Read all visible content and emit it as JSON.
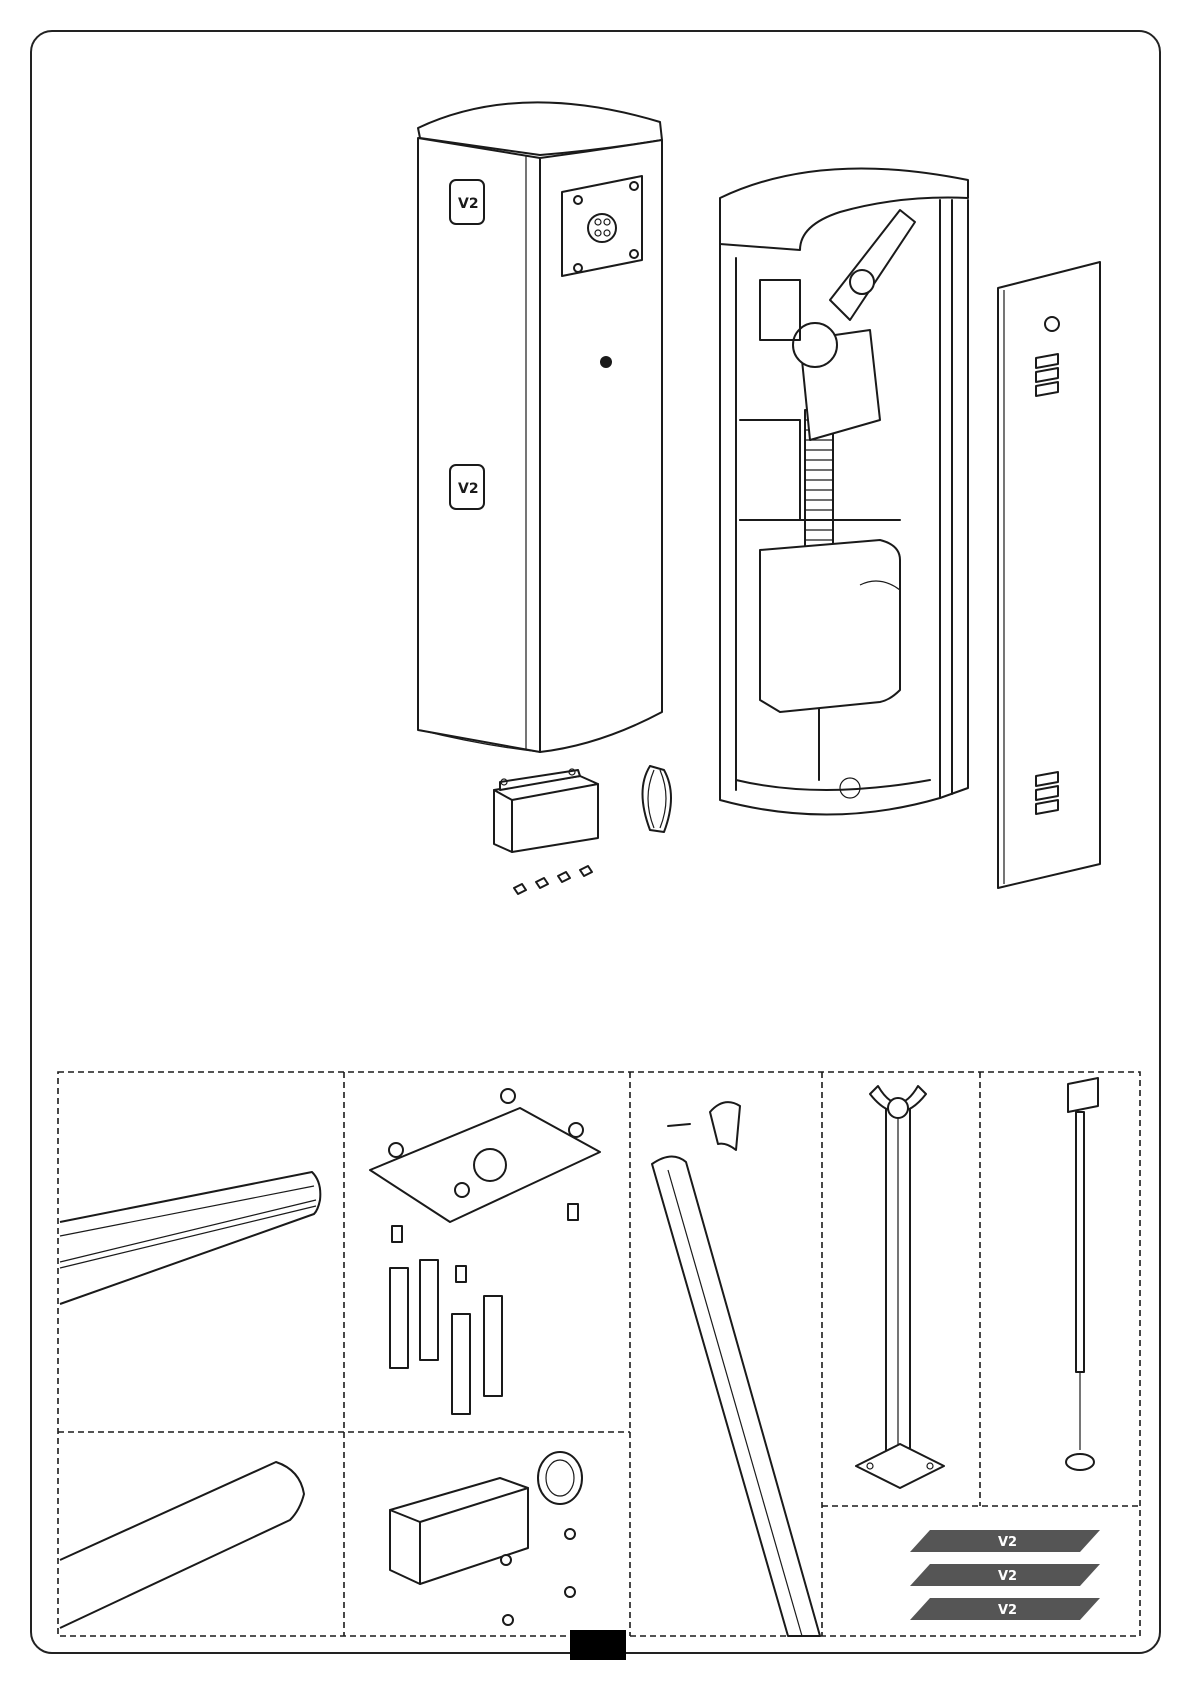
{
  "logo": {
    "text": "V2",
    "name": "v2-brand-logo"
  },
  "page_tab": {
    "name": "page-number-tab",
    "color": "#000000"
  },
  "panels": [
    "boom-profile",
    "fixing-plate-kit",
    "round-boom-and-cap",
    "fork-support-post",
    "boom-support-rod",
    "round-boom-profile",
    "boom-joint-cover",
    "reflective-stickers"
  ],
  "colors": {
    "line": "#1a1a1a",
    "stripe": "#555555",
    "background": "#ffffff"
  }
}
